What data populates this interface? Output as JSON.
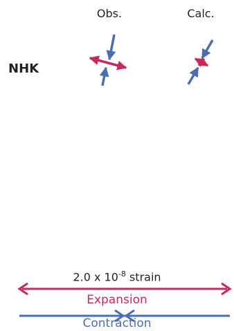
{
  "columns": {
    "observed": "Obs.",
    "calculated": "Calc."
  },
  "rows": [
    {
      "station": "NHK"
    }
  ],
  "scale": {
    "base": "2.0 x 10",
    "exponent": "-8",
    "unit": " strain"
  },
  "legend": {
    "expansion": "Expansion",
    "contraction": "Contraction"
  },
  "colors": {
    "expansion": "#c8295a",
    "contraction": "#4a6eb0",
    "text": "#222222"
  }
}
